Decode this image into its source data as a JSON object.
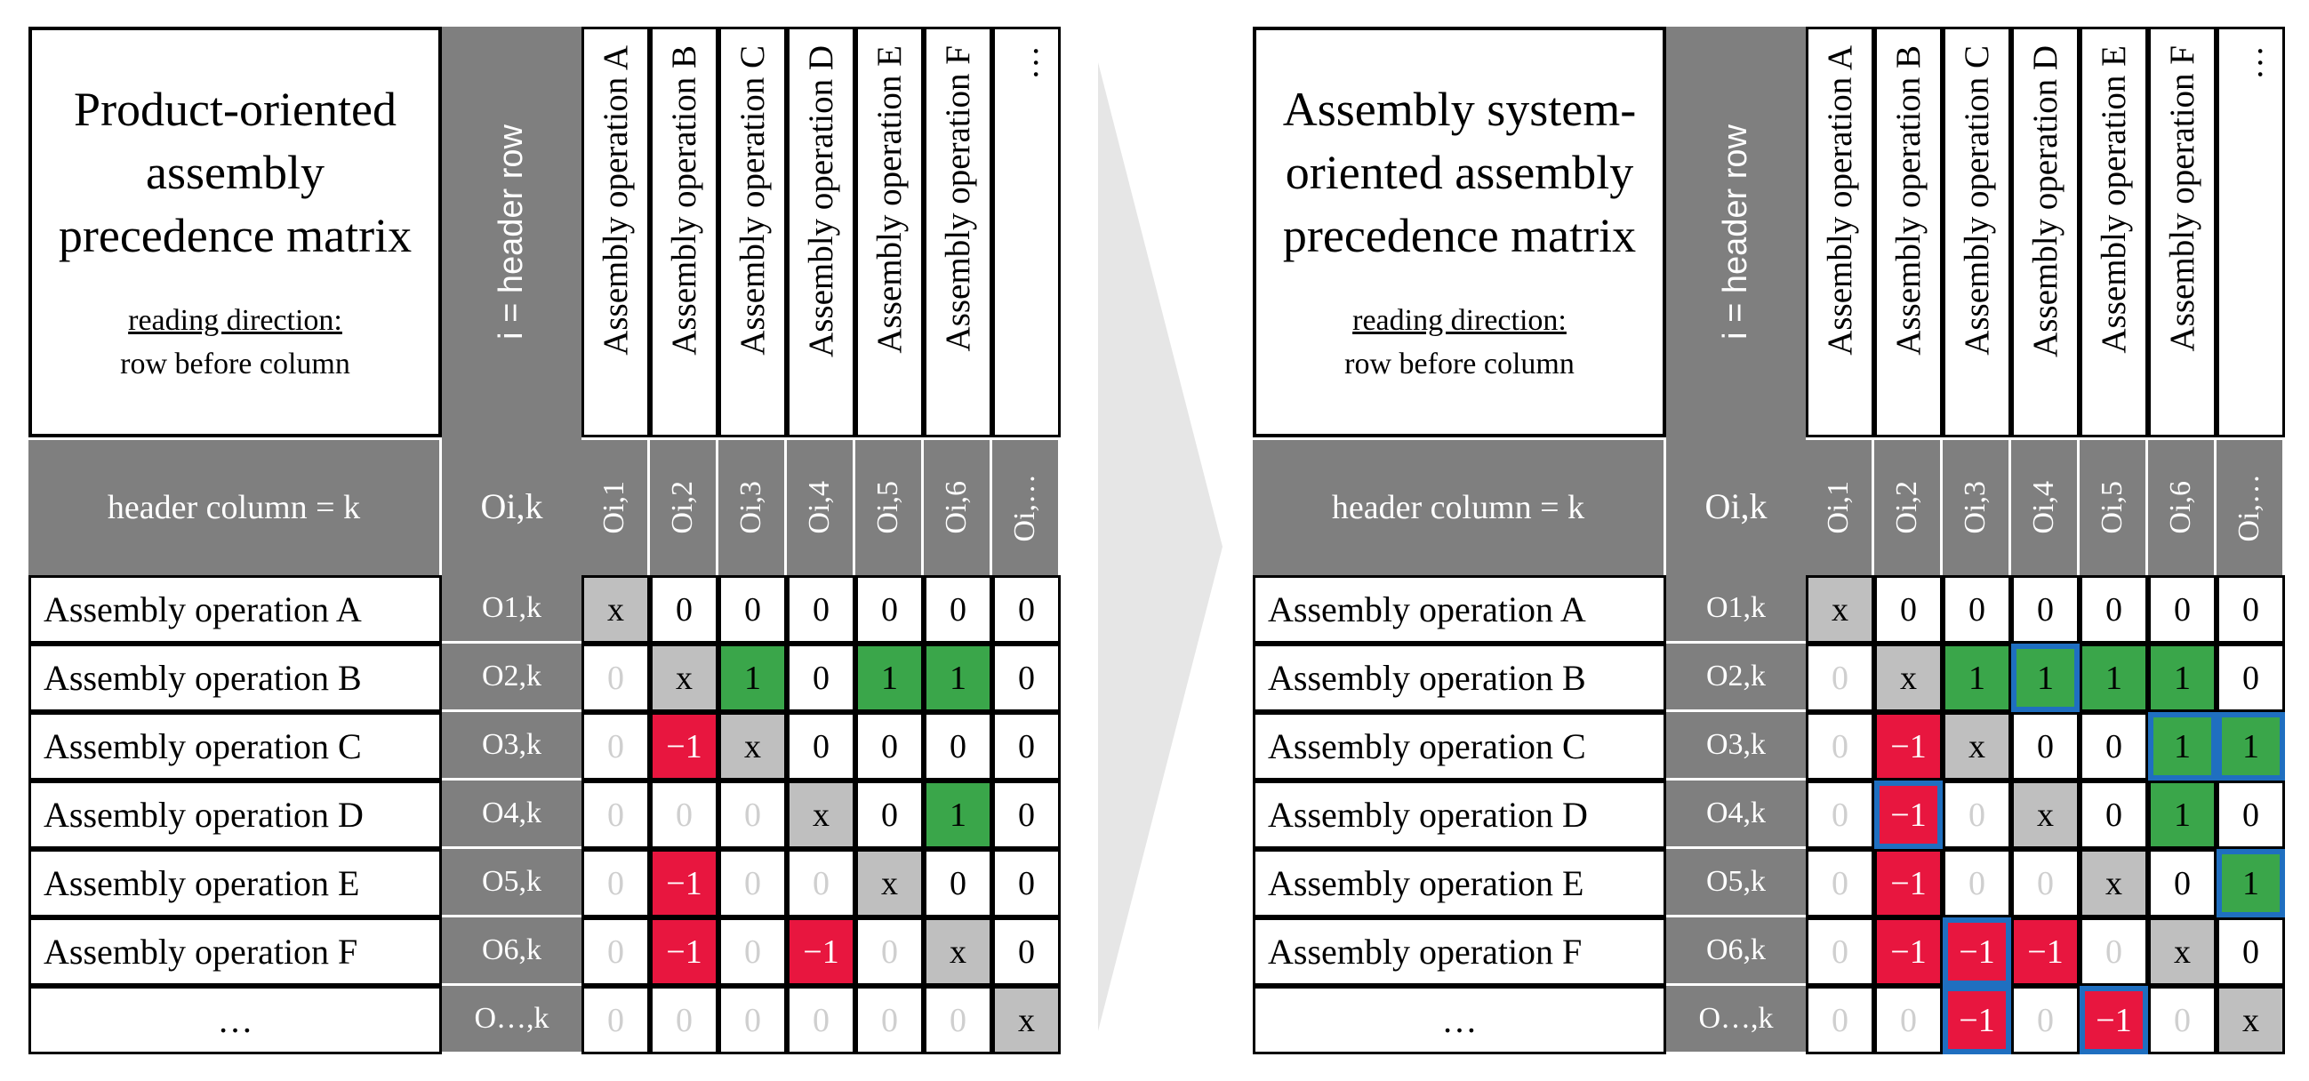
{
  "matrices": [
    {
      "title": "Product-oriented assembly precedence matrix",
      "reading_label": "reading direction:",
      "reading_value": "row before column",
      "header_row_label": "i = header row",
      "header_column_label": "header column = k",
      "oik_label": "Oi,k",
      "columns": [
        "Assembly operation A",
        "Assembly operation B",
        "Assembly operation C",
        "Assembly operation D",
        "Assembly operation E",
        "Assembly operation F",
        "…"
      ],
      "column_subheaders": [
        "Oi,1",
        "Oi,2",
        "Oi,3",
        "Oi,4",
        "Oi,5",
        "Oi,6",
        "Oi,…"
      ],
      "rows": [
        {
          "label": "Assembly operation A",
          "o": "O1,k",
          "values": [
            "x",
            "0",
            "0",
            "0",
            "0",
            "0",
            "0"
          ]
        },
        {
          "label": "Assembly operation B",
          "o": "O2,k",
          "values": [
            "0",
            "x",
            "1",
            "0",
            "1",
            "1",
            "0"
          ]
        },
        {
          "label": "Assembly operation C",
          "o": "O3,k",
          "values": [
            "0",
            "−1",
            "x",
            "0",
            "0",
            "0",
            "0"
          ]
        },
        {
          "label": "Assembly operation D",
          "o": "O4,k",
          "values": [
            "0",
            "0",
            "0",
            "x",
            "0",
            "1",
            "0"
          ]
        },
        {
          "label": "Assembly operation E",
          "o": "O5,k",
          "values": [
            "0",
            "−1",
            "0",
            "0",
            "x",
            "0",
            "0"
          ]
        },
        {
          "label": "Assembly operation F",
          "o": "O6,k",
          "values": [
            "0",
            "−1",
            "0",
            "−1",
            "0",
            "x",
            "0"
          ]
        },
        {
          "label": "…",
          "o": "O…,k",
          "values": [
            "0",
            "0",
            "0",
            "0",
            "0",
            "0",
            "x"
          ]
        }
      ]
    },
    {
      "title": "Assembly system-oriented assembly precedence matrix",
      "reading_label": "reading direction:",
      "reading_value": "row before column",
      "header_row_label": "i = header row",
      "header_column_label": "header column = k",
      "oik_label": "Oi,k",
      "columns": [
        "Assembly operation A",
        "Assembly operation B",
        "Assembly operation C",
        "Assembly operation D",
        "Assembly operation E",
        "Assembly operation F",
        "…"
      ],
      "column_subheaders": [
        "Oi,1",
        "Oi,2",
        "Oi,3",
        "Oi,4",
        "Oi,5",
        "Oi,6",
        "Oi,…"
      ],
      "rows": [
        {
          "label": "Assembly operation A",
          "o": "O1,k",
          "values": [
            "x",
            "0",
            "0",
            "0",
            "0",
            "0",
            "0"
          ]
        },
        {
          "label": "Assembly operation B",
          "o": "O2,k",
          "values": [
            "0",
            "x",
            "1",
            "1",
            "1",
            "1",
            "0"
          ]
        },
        {
          "label": "Assembly operation C",
          "o": "O3,k",
          "values": [
            "0",
            "−1",
            "x",
            "0",
            "0",
            "1",
            "1"
          ]
        },
        {
          "label": "Assembly operation D",
          "o": "O4,k",
          "values": [
            "0",
            "−1",
            "0",
            "x",
            "0",
            "1",
            "0"
          ]
        },
        {
          "label": "Assembly operation E",
          "o": "O5,k",
          "values": [
            "0",
            "−1",
            "0",
            "0",
            "x",
            "0",
            "1"
          ]
        },
        {
          "label": "Assembly operation F",
          "o": "O6,k",
          "values": [
            "0",
            "−1",
            "−1",
            "−1",
            "0",
            "x",
            "0"
          ]
        },
        {
          "label": "…",
          "o": "O…,k",
          "values": [
            "0",
            "0",
            "−1",
            "0",
            "−1",
            "0",
            "x"
          ]
        }
      ]
    }
  ],
  "cell_styles": [
    [
      [
        "x",
        "w",
        "w",
        "w",
        "w",
        "w",
        "w"
      ],
      [
        "f",
        "x",
        "g",
        "w",
        "g",
        "g",
        "w"
      ],
      [
        "f",
        "r",
        "x",
        "w",
        "w",
        "w",
        "w"
      ],
      [
        "f",
        "f",
        "f",
        "x",
        "w",
        "g",
        "w"
      ],
      [
        "f",
        "r",
        "f",
        "f",
        "x",
        "w",
        "w"
      ],
      [
        "f",
        "r",
        "f",
        "r",
        "f",
        "x",
        "w"
      ],
      [
        "f",
        "f",
        "f",
        "f",
        "f",
        "f",
        "x"
      ]
    ],
    [
      [
        "x",
        "w",
        "w",
        "w",
        "w",
        "w",
        "w"
      ],
      [
        "f",
        "x",
        "g",
        "g",
        "g",
        "g",
        "w"
      ],
      [
        "f",
        "r",
        "x",
        "w",
        "w",
        "g",
        "g"
      ],
      [
        "f",
        "r",
        "f",
        "x",
        "w",
        "g",
        "w"
      ],
      [
        "f",
        "r",
        "f",
        "f",
        "x",
        "w",
        "g"
      ],
      [
        "f",
        "r",
        "r",
        "r",
        "f",
        "x",
        "w"
      ],
      [
        "f",
        "f",
        "r",
        "f",
        "r",
        "f",
        "x"
      ]
    ]
  ],
  "highlighted_cells": [
    [],
    [
      [
        1,
        3
      ],
      [
        2,
        5
      ],
      [
        2,
        6
      ],
      [
        3,
        1
      ],
      [
        4,
        6
      ],
      [
        5,
        2
      ],
      [
        6,
        2
      ],
      [
        6,
        4
      ]
    ]
  ],
  "colors": {
    "positive": "#3aa64a",
    "negative": "#e8163f",
    "self": "#bfbfbf",
    "header": "#7f7f7f",
    "highlight": "#1f6fc0",
    "arrow": "#e6e6e6"
  }
}
